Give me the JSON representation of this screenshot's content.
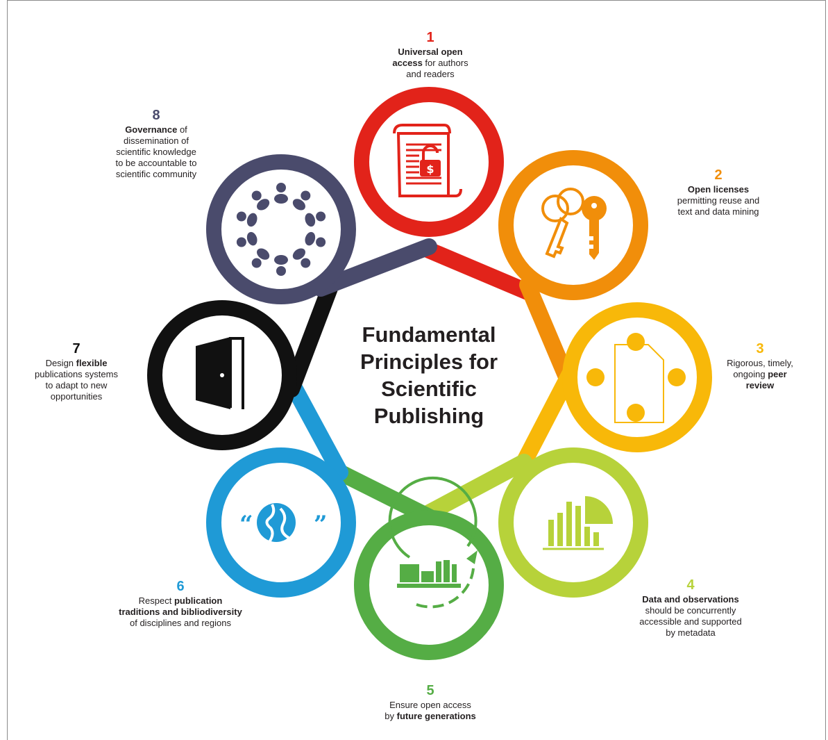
{
  "title_lines": [
    "Fundamental",
    "Principles for",
    "Scientific",
    "Publishing"
  ],
  "colors": {
    "p1": "#e2231a",
    "p2": "#f18e0a",
    "p3": "#f8b809",
    "p4": "#b7d23a",
    "p5": "#55ad45",
    "p6": "#1f9ad6",
    "p7": "#111111",
    "p8": "#4a4b6c"
  },
  "principles": [
    {
      "id": 1,
      "number": "1",
      "icon": "unlocked-document-icon",
      "parts": [
        {
          "t": "Universal open",
          "b": true
        },
        {
          "t": "\naccess",
          "b": true
        },
        {
          "t": " for authors\nand readers",
          "b": false
        }
      ]
    },
    {
      "id": 2,
      "number": "2",
      "icon": "keys-icon",
      "parts": [
        {
          "t": "Open licenses",
          "b": true
        },
        {
          "t": "\npermitting reuse and\ntext and data mining",
          "b": false
        }
      ]
    },
    {
      "id": 3,
      "number": "3",
      "icon": "peer-review-icon",
      "parts": [
        {
          "t": "Rigorous, timely,\nongoing ",
          "b": false
        },
        {
          "t": "peer\nreview",
          "b": true
        }
      ]
    },
    {
      "id": 4,
      "number": "4",
      "icon": "bar-pie-chart-icon",
      "parts": [
        {
          "t": "Data and observations",
          "b": true
        },
        {
          "t": "\nshould be concurrently\naccessible and supported\nby metadata",
          "b": false
        }
      ]
    },
    {
      "id": 5,
      "number": "5",
      "icon": "books-cycle-icon",
      "parts": [
        {
          "t": "Ensure open access\nby ",
          "b": false
        },
        {
          "t": "future generations",
          "b": true
        }
      ]
    },
    {
      "id": 6,
      "number": "6",
      "icon": "globe-quotes-icon",
      "parts": [
        {
          "t": "Respect ",
          "b": false
        },
        {
          "t": "publication\ntraditions and bibliodiversity",
          "b": true
        },
        {
          "t": "\nof disciplines and regions",
          "b": false
        }
      ]
    },
    {
      "id": 7,
      "number": "7",
      "icon": "open-door-icon",
      "parts": [
        {
          "t": "Design ",
          "b": false
        },
        {
          "t": "flexible",
          "b": true
        },
        {
          "t": "\npublications systems\nto adapt to new\nopportunities",
          "b": false
        }
      ]
    },
    {
      "id": 8,
      "number": "8",
      "icon": "people-circle-icon",
      "parts": [
        {
          "t": "Governance",
          "b": true
        },
        {
          "t": " of\ndissemination of\nscientific knowledge\nto be accountable to\nscientific community",
          "b": false
        }
      ]
    }
  ]
}
